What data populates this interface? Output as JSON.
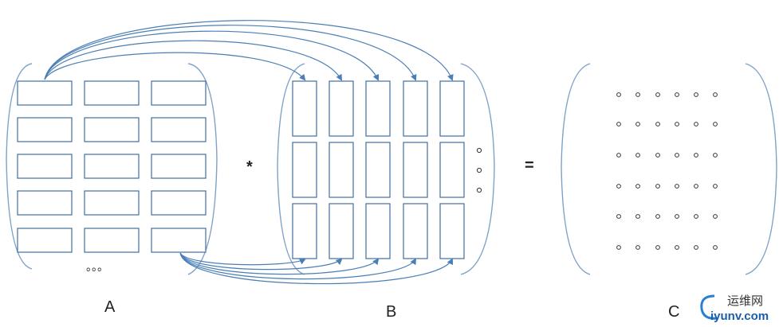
{
  "labels": {
    "matrix_a": "A",
    "matrix_b": "B",
    "matrix_c": "C",
    "multiply": "*",
    "equals": "="
  },
  "matrix_a": {
    "rows": 5,
    "cols": 3
  },
  "matrix_b": {
    "rows": 3,
    "cols": 5
  },
  "matrix_c": {
    "dot_rows": 6,
    "dot_cols": 6
  },
  "continuation": {
    "a": "。。。",
    "b": "。。。"
  },
  "watermark": {
    "cn": "运维网",
    "en": "iyunv.com"
  },
  "colors": {
    "cell_stroke": "#3f6f9e",
    "bracket": "#7fa2c7",
    "arrow": "#4a7fb5"
  }
}
